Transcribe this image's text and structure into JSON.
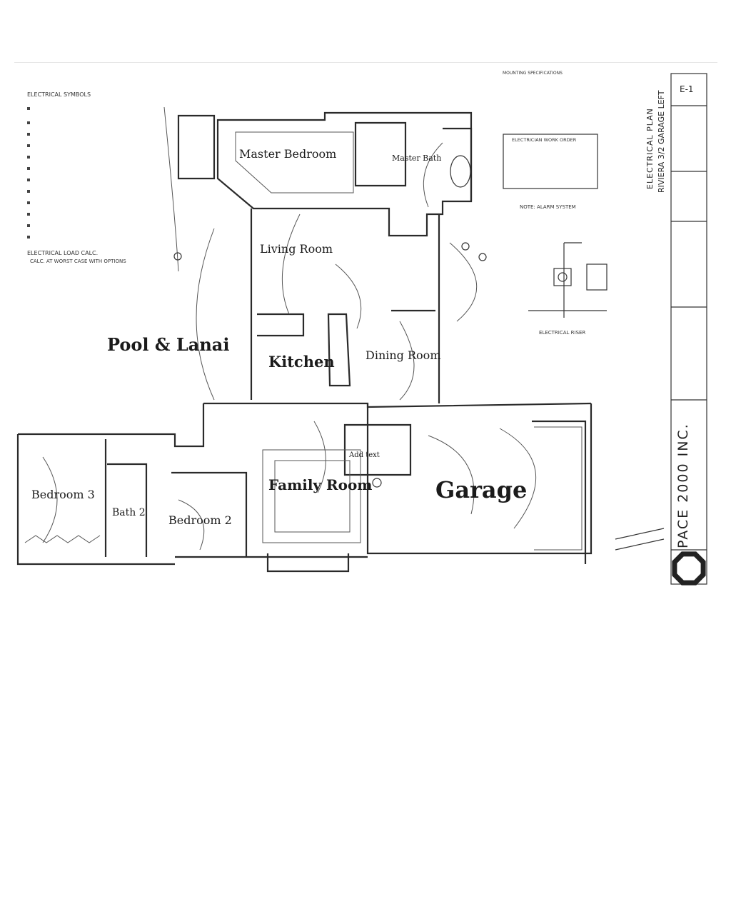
{
  "rooms": {
    "master_bedroom": "Master Bedroom",
    "master_bath": "Master Bath",
    "living_room": "Living Room",
    "pool_lanai": "Pool & Lanai",
    "kitchen": "Kitchen",
    "dining_room": "Dining Room",
    "add_text": "Add text",
    "family_room": "Family Room",
    "garage": "Garage",
    "bedroom_3": "Bedroom 3",
    "bath_2": "Bath 2",
    "bedroom_2": "Bedroom 2"
  },
  "legend": {
    "symbols_title": "ELECTRICAL SYMBOLS",
    "load_title": "ELECTRICAL LOAD CALC.",
    "load_sub": "CALC. AT WORST CASE WITH OPTIONS",
    "riser_title": "ELECTRICAL RISER",
    "work_order_title": "ELECTRICIAN WORK ORDER",
    "alarm_note": "NOTE: ALARM SYSTEM",
    "mounting_title": "MOUNTING SPECIFICATIONS"
  },
  "title_block": {
    "firm": "PACE 2000 INC.",
    "plan_title": "ELECTRICAL PLAN",
    "model": "RIVIERA 3/2 GARAGE LEFT",
    "sheet": "E-1"
  },
  "colors": {
    "line": "#2a2a2a",
    "paper": "#ffffff",
    "label": "#1b1b1b"
  }
}
